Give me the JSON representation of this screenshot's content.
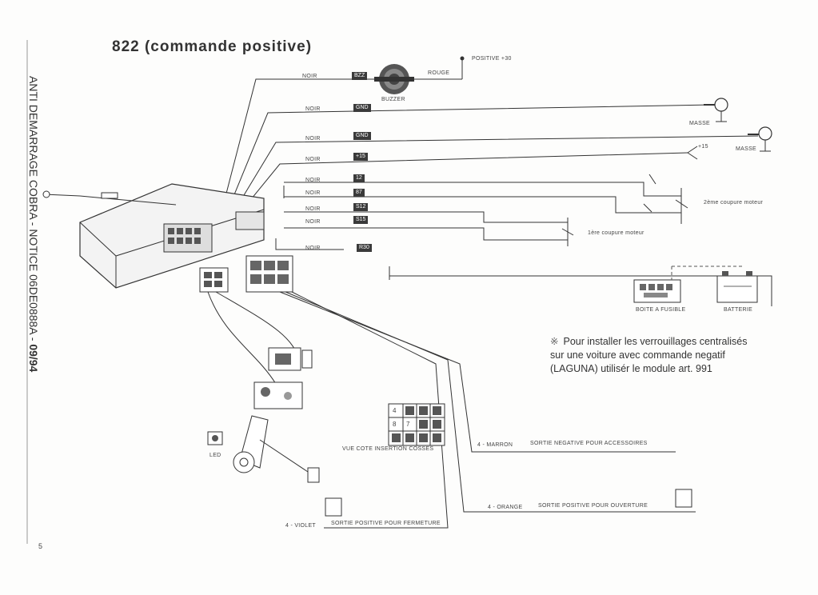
{
  "title": "822 (commande positive)",
  "side_text": {
    "main": "ANTI DEMARRAGE COBRA - NOTICE 06DE0888A - ",
    "date": "09/94"
  },
  "wires": [
    {
      "color": "NOIR",
      "tag": "BZZ"
    },
    {
      "color": "NOIR",
      "tag": "GND"
    },
    {
      "color": "NOIR",
      "tag": "GND"
    },
    {
      "color": "NOIR",
      "tag": "+15"
    },
    {
      "color": "NOIR",
      "tag": "12"
    },
    {
      "color": "NOIR",
      "tag": "87"
    },
    {
      "color": "NOIR",
      "tag": "S12"
    },
    {
      "color": "NOIR",
      "tag": "S15"
    },
    {
      "color": "NOIR",
      "tag": "R30"
    }
  ],
  "labels": {
    "buzzer": "BUZZER",
    "rouge": "ROUGE",
    "positive30": "POSITIVE +30",
    "masse1": "MASSE",
    "masse2": "MASSE",
    "plus15": "+15",
    "coupure2": "2ème coupure moteur",
    "coupure1": "1ère coupure moteur",
    "boite_fusible": "BOITE A FUSIBLE",
    "batterie": "BATTERIE",
    "led": "LED",
    "vue_cote": "VUE COTE INSERTION COSSES",
    "marron_num": "4 - MARRON",
    "marron_text": "SORTIE NEGATIVE POUR ACCESSOIRES",
    "orange_num": "4 - ORANGE",
    "orange_text": "SORTIE POSITIVE POUR OUVERTURE",
    "violet_num": "4 - VIOLET",
    "violet_text": "SORTIE POSITIVE POUR FERMETURE"
  },
  "connector_pins": [
    "4",
    "8",
    "7"
  ],
  "note": "Pour installer les verrouillages centralisés sur une voiture avec commande negatif (LAGUNA) utilisér le module art. 991",
  "note_symbol": "※",
  "page_mark": "5"
}
